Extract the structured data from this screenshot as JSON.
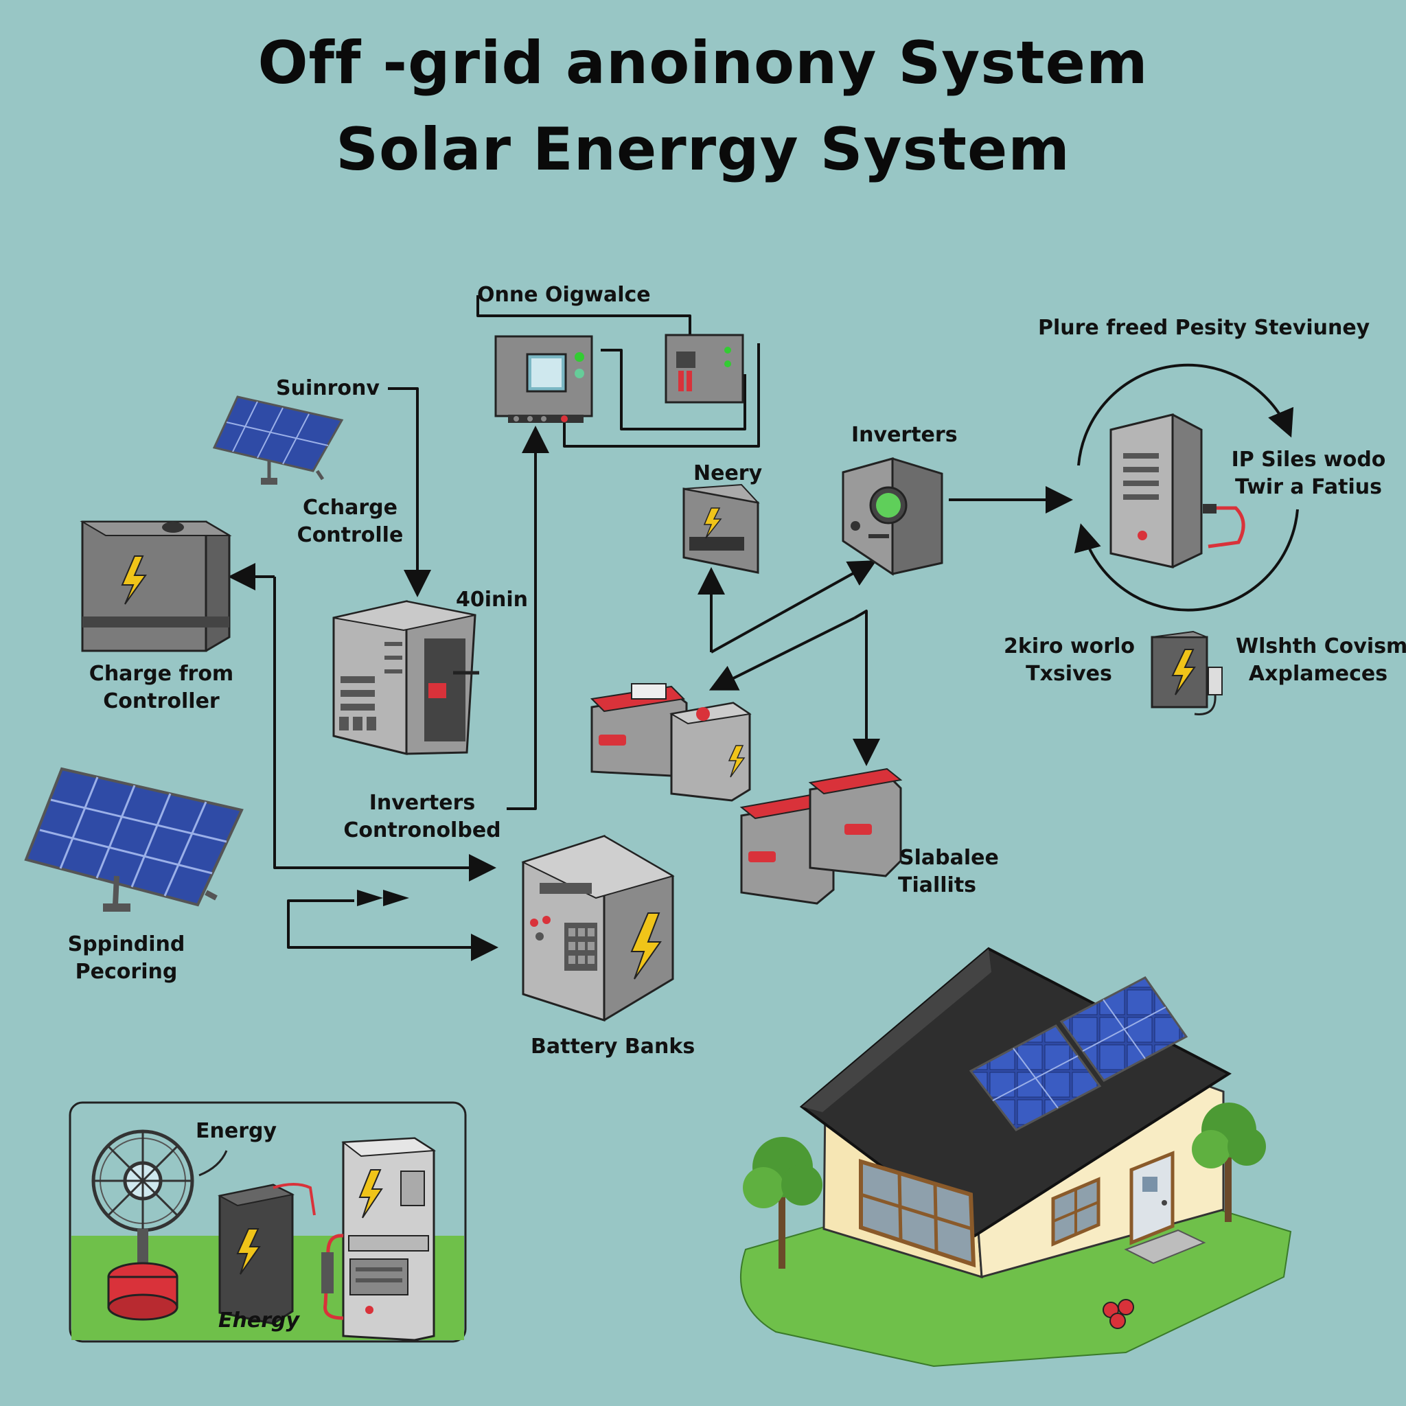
{
  "title": {
    "line1": "Off -grid anoinony System",
    "line2": "Solar Enerrgy System"
  },
  "labels": {
    "onne": "Onne Oigwalce",
    "plure": "Plure freed Pesity Steviuney",
    "suinronv": "Suinronv",
    "ccharge_1": "Ccharge",
    "ccharge_2": "Controlle",
    "inverters_top": "Inverters",
    "neery": "Neery",
    "ip_1": "IP Siles wodo",
    "ip_2": "Twir a Fatius",
    "forty": "40inin",
    "charge_from_1": "Charge from",
    "charge_from_2": "Controller",
    "kiro_1": "2kiro worlo",
    "kiro_2": "Txsives",
    "wlshth_1": "Wlshth Covism",
    "wlshth_2": "Axplameces",
    "inv_ctrl_1": "Inverters",
    "inv_ctrl_2": "Contronolbed",
    "slabalee_1": "Slabalee",
    "slabalee_2": "Tiallits",
    "sppindind_1": "Sppindind",
    "sppindind_2": "Pecoring",
    "battery_banks": "Battery Banks",
    "energy_top": "Energy",
    "energy_bottom": "Ehergy"
  },
  "colors": {
    "background": "#98c6c5",
    "panel_blue": "#2f4ba6",
    "device_gray": "#9a9a9a",
    "battery_red": "#d9323a",
    "bolt_yellow": "#f0c419",
    "grass": "#6fc04a",
    "house_wall": "#f6e6b4",
    "roof": "#2e2e2e"
  },
  "icons": [
    "solar-panel-icon",
    "battery-icon",
    "inverter-icon",
    "lightning-bolt-icon",
    "house-icon",
    "tree-icon",
    "fan-icon"
  ]
}
